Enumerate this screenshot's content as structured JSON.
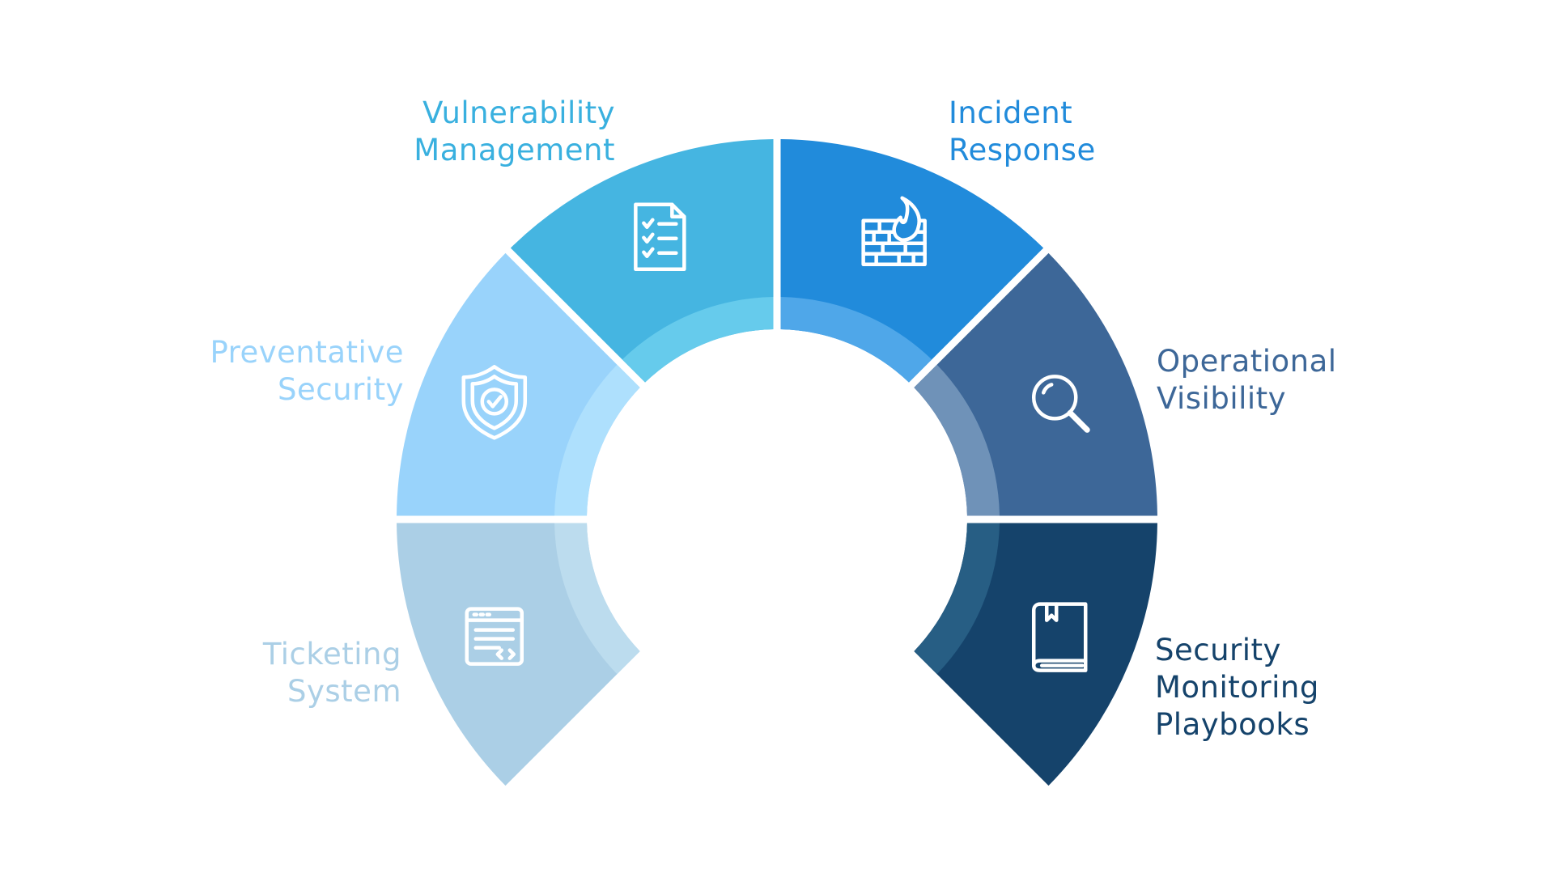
{
  "segments": [
    {
      "id": "ticketing-system",
      "label_lines": [
        "Ticketing",
        "System"
      ],
      "icon": "code-window-icon",
      "color": "#abcfe6",
      "inner_color": "#bcdcee",
      "text_color": "#abcfe6"
    },
    {
      "id": "preventative-security",
      "label_lines": [
        "Preventative",
        "Security"
      ],
      "icon": "shield-check-icon",
      "color": "#99d3fb",
      "inner_color": "#aee0fd",
      "text_color": "#99d3fb"
    },
    {
      "id": "vulnerability-management",
      "label_lines": [
        "Vulnerability",
        "Management"
      ],
      "icon": "checklist-document-icon",
      "color": "#45b5e1",
      "inner_color": "#66cbec",
      "text_color": "#39b0df"
    },
    {
      "id": "incident-response",
      "label_lines": [
        "Incident",
        "Response"
      ],
      "icon": "firewall-icon",
      "color": "#218bdb",
      "inner_color": "#4fa7e9",
      "text_color": "#218bdb"
    },
    {
      "id": "operational-visibility",
      "label_lines": [
        "Operational",
        "Visibility"
      ],
      "icon": "magnifier-icon",
      "color": "#3d6798",
      "inner_color": "#6f92b8",
      "text_color": "#3d6798"
    },
    {
      "id": "security-monitoring-playbooks",
      "label_lines": [
        "Security",
        "Monitoring",
        "Playbooks"
      ],
      "icon": "book-icon",
      "color": "#15436b",
      "inner_color": "#275e84",
      "text_color": "#15436b"
    }
  ]
}
